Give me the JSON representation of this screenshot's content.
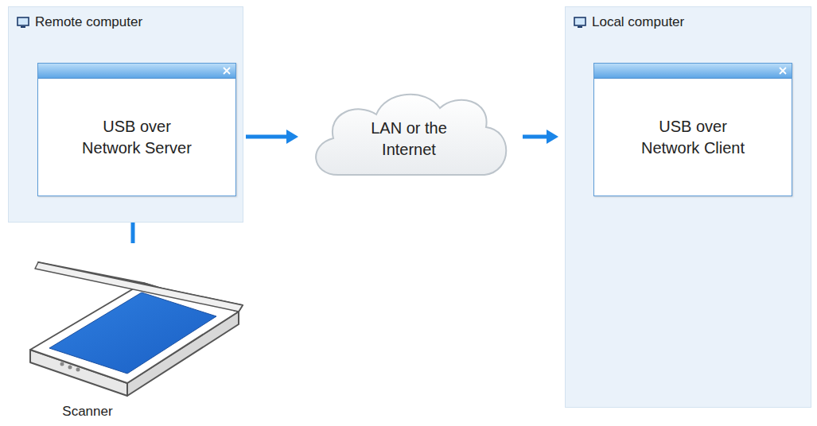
{
  "diagram": {
    "nodes": [
      {
        "text": [
          "Remote computer"
        ]
      },
      {
        "text": [
          "USB over Network Server"
        ],
        "in": 0
      },
      {
        "text": [
          "Scanner"
        ]
      },
      {
        "text": [
          "LAN or the Internet"
        ]
      },
      {
        "text": [
          "Local computer"
        ]
      },
      {
        "text": [
          "USB over Network Client"
        ],
        "in": 4
      }
    ],
    "edges": [
      {
        "from": 2,
        "to": 1,
        "arrow": "to"
      },
      {
        "from": 1,
        "to": 3,
        "arrow": "to"
      },
      {
        "from": 3,
        "to": 4,
        "arrow": "to"
      }
    ]
  }
}
